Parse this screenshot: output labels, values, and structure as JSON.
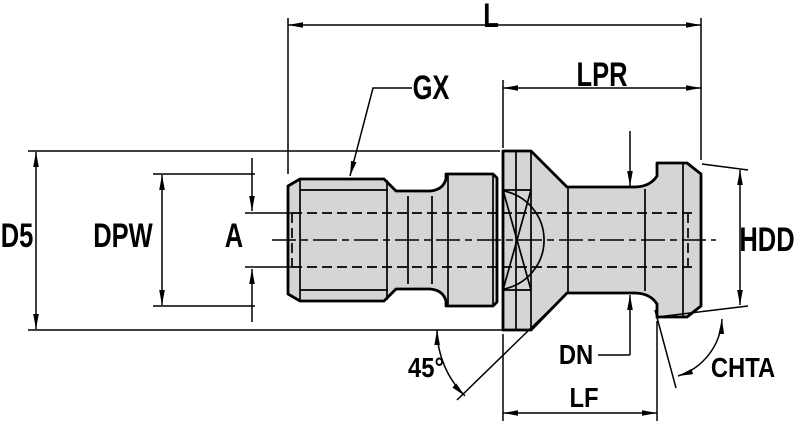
{
  "drawing": {
    "description": "Retention knob (pull stud) dimension drawing, side view with section symbols",
    "colors": {
      "background": "#ffffff",
      "part_fill": "#d5d5d5",
      "line": "#000000"
    },
    "labels": {
      "overall_length": "L",
      "protrusion_length": "LPR",
      "thread_callout": "GX",
      "flange_diameter": "D5",
      "pilot_diameter": "DPW",
      "thread_minor_diameter": "A",
      "head_diameter": "HDD",
      "neck_diameter": "DN",
      "flange_length": "LF",
      "cone_angle": "45°",
      "head_chamfer_angle": "CHTA"
    }
  }
}
